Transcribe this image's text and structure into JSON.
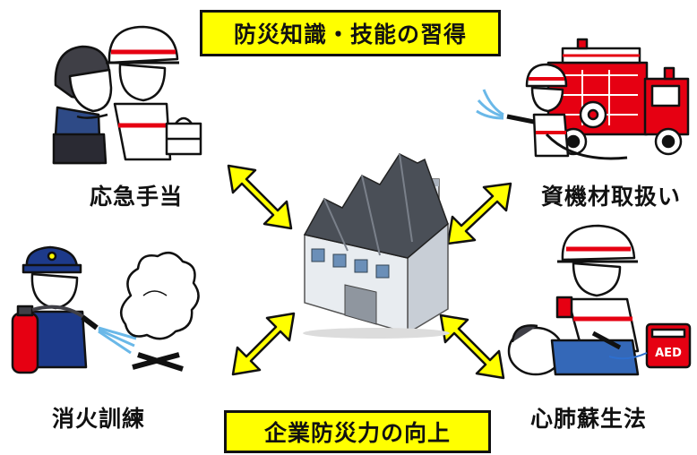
{
  "diagram": {
    "top_banner": "防災知識・技能の習得",
    "bottom_banner": "企業防災力の向上",
    "captions": {
      "first_aid": "応急手当",
      "equipment_handling": "資機材取扱い",
      "fire_drill": "消火訓練",
      "cpr": "心肺蘇生法"
    },
    "aed_label": "AED"
  },
  "colors": {
    "banner_fill": "#ffff00",
    "arrow_fill": "#ffff00",
    "outline": "#111111",
    "fire_truck_red": "#e60012",
    "helmet_red_stripe": "#e60012",
    "police_blue": "#1d3a8a",
    "factory_wall": "#dfe4ea",
    "factory_roof": "#4a4f57"
  },
  "icons": [
    "factory-icon",
    "first-aid-scene-icon",
    "fire-truck-scene-icon",
    "extinguisher-scene-icon",
    "cpr-scene-icon"
  ]
}
